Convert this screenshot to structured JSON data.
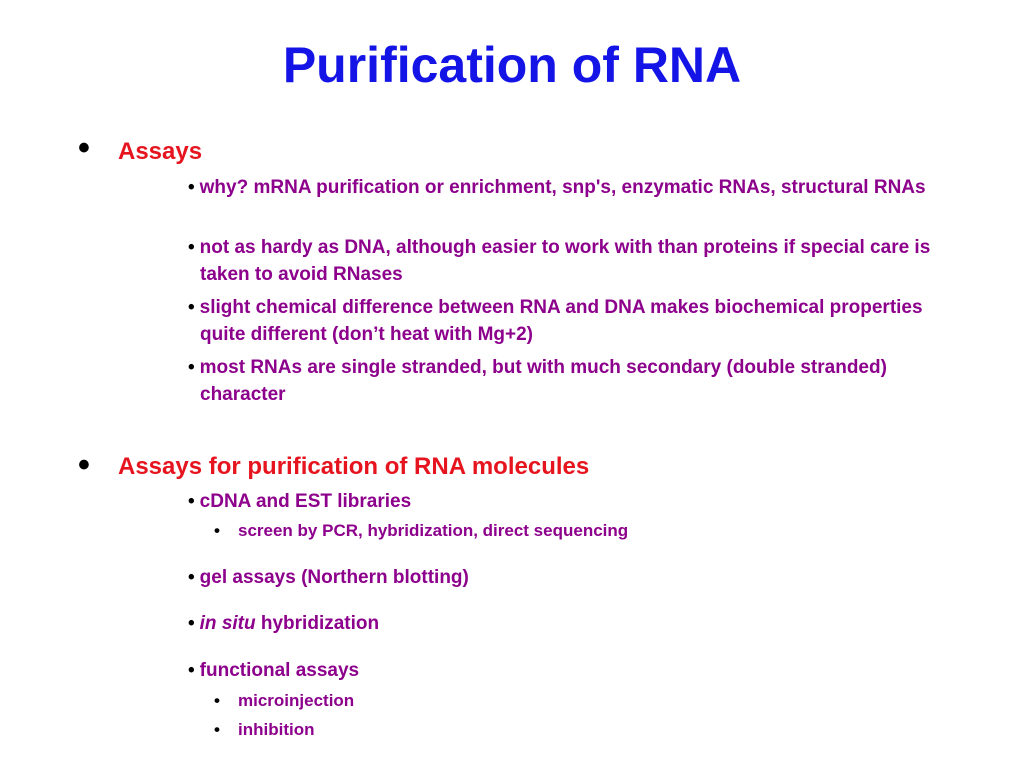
{
  "colors": {
    "title": "#1414e6",
    "level1": "#e6141e",
    "level2": "#8c008c",
    "level3": "#8c008c",
    "bullet": "#000000"
  },
  "slide": {
    "title": "Purification of RNA",
    "sections": [
      {
        "heading": "Assays",
        "items": [
          "why?  mRNA purification or enrichment, snp's, enzymatic RNAs, structural RNAs",
          "not as hardy as DNA, although easier to work with than proteins if special care is taken to avoid RNases",
          "slight chemical difference between RNA and DNA makes biochemical properties quite different (don’t heat with Mg+2)",
          "most RNAs are single stranded, but with much secondary (double stranded) character"
        ]
      },
      {
        "heading": "Assays for purification of RNA molecules",
        "items": [
          {
            "text": "cDNA and EST libraries",
            "sub": [
              "screen by PCR, hybridization, direct sequencing"
            ]
          },
          {
            "text": "gel assays (Northern blotting)"
          },
          {
            "italic": "in situ",
            "text": " hybridization"
          },
          {
            "text": "functional assays",
            "sub": [
              "microinjection",
              "inhibition"
            ]
          }
        ]
      }
    ]
  }
}
